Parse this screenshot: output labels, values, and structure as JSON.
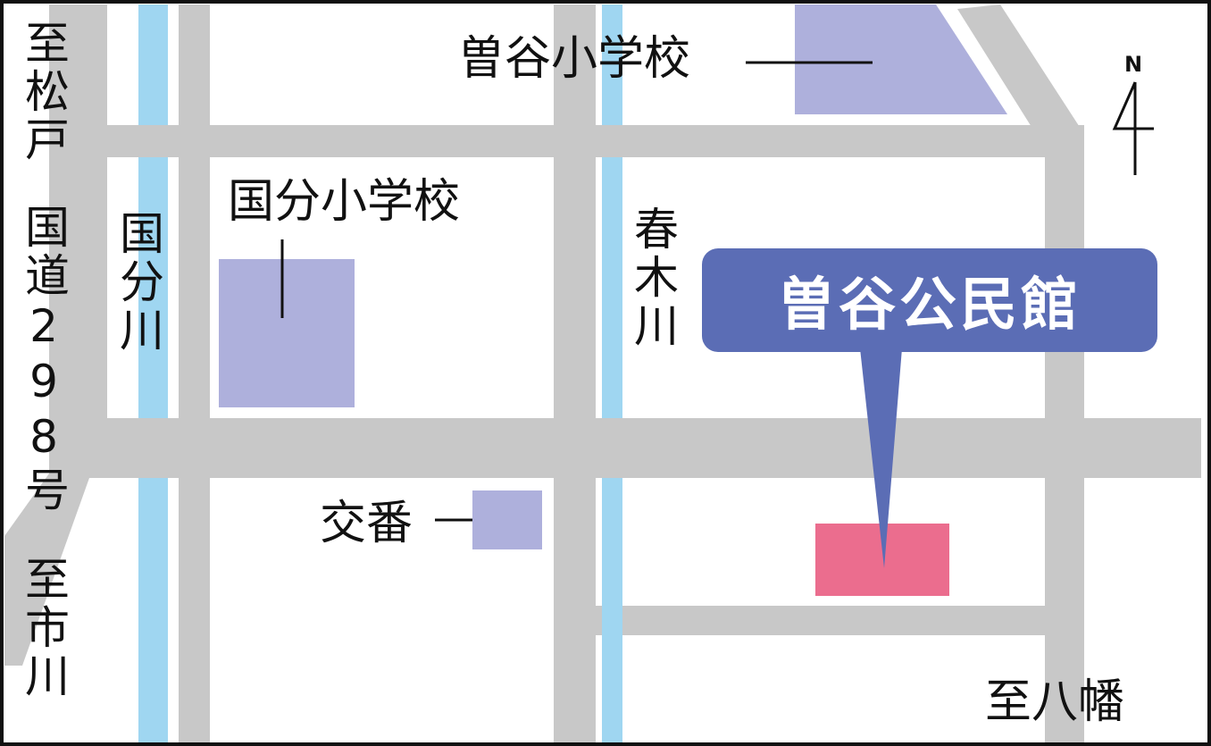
{
  "map": {
    "title": "曽谷公民館",
    "colors": {
      "road": "#c8c8c8",
      "river": "#9fd6f1",
      "facility": "#aeb0dc",
      "target": "#eb6d8e",
      "callout": "#5b6db5",
      "border": "#111111"
    },
    "labels": {
      "to_matsudo": "至松戸",
      "route_298": "国道298号",
      "to_ichikawa": "至市川",
      "kokubun_river": "国分川",
      "kokubun_school": "国分小学校",
      "soya_school": "曽谷小学校",
      "haruki_river": "春木川",
      "koban": "交番",
      "to_yawata": "至八幡",
      "north": "N"
    },
    "callout": {
      "label": "曽谷公民館"
    }
  }
}
